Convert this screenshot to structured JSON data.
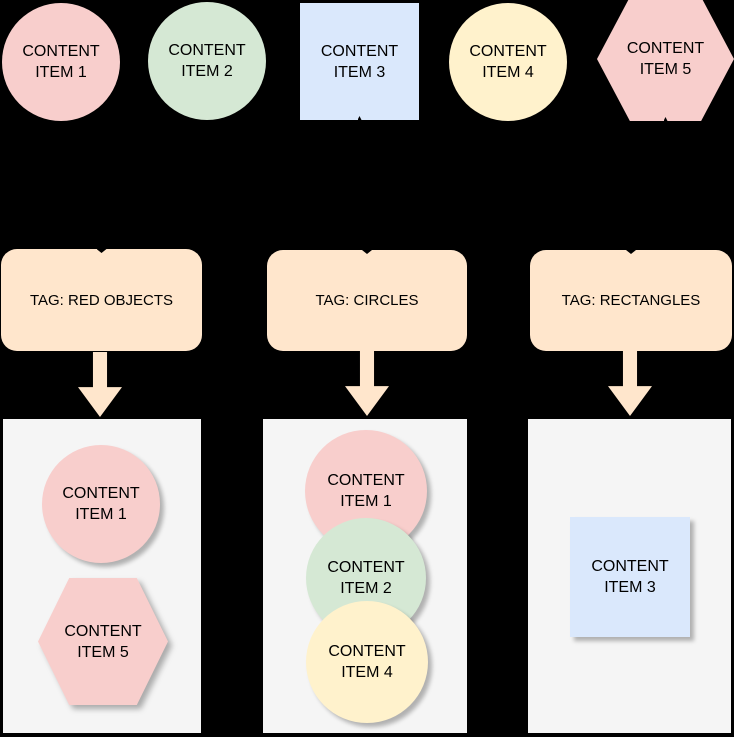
{
  "palette": {
    "background": "#000000",
    "pink": "#F8CECC",
    "green": "#D5E8D4",
    "blue": "#DAE8FC",
    "yellow": "#FFF2CC",
    "peach": "#FFE6CC",
    "container_gray": "#F5F5F5",
    "text": "#000000"
  },
  "top_shapes": [
    {
      "shape": "circle",
      "color": "pink",
      "line1": "CONTENT",
      "line2": "ITEM 1"
    },
    {
      "shape": "circle",
      "color": "green",
      "line1": "CONTENT",
      "line2": "ITEM 2"
    },
    {
      "shape": "square",
      "color": "blue",
      "line1": "CONTENT",
      "line2": "ITEM 3"
    },
    {
      "shape": "circle",
      "color": "yellow",
      "line1": "CONTENT",
      "line2": "ITEM 4"
    },
    {
      "shape": "hexagon",
      "color": "pink",
      "line1": "CONTENT",
      "line2": "ITEM 5"
    }
  ],
  "tags": [
    {
      "label": "TAG: RED OBJECTS"
    },
    {
      "label": "TAG: CIRCLES"
    },
    {
      "label": "TAG: RECTANGLES"
    }
  ],
  "containers": [
    {
      "tag": "TAG: RED OBJECTS",
      "items": [
        {
          "shape": "circle",
          "color": "pink",
          "line1": "CONTENT",
          "line2": "ITEM 1"
        },
        {
          "shape": "hexagon",
          "color": "pink",
          "line1": "CONTENT",
          "line2": "ITEM 5"
        }
      ]
    },
    {
      "tag": "TAG: CIRCLES",
      "items": [
        {
          "shape": "circle",
          "color": "pink",
          "line1": "CONTENT",
          "line2": "ITEM 1"
        },
        {
          "shape": "circle",
          "color": "green",
          "line1": "CONTENT",
          "line2": "ITEM 2"
        },
        {
          "shape": "circle",
          "color": "yellow",
          "line1": "CONTENT",
          "line2": "ITEM 4"
        }
      ]
    },
    {
      "tag": "TAG: RECTANGLES",
      "items": [
        {
          "shape": "square",
          "color": "blue",
          "line1": "CONTENT",
          "line2": "ITEM 3"
        }
      ]
    }
  ]
}
